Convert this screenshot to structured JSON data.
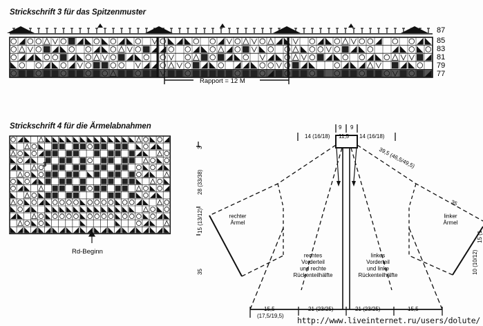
{
  "chart3": {
    "title": "Strickschrift 3 für das Spitzenmuster",
    "row_labels": [
      "87",
      "85",
      "83",
      "81",
      "79",
      "77"
    ],
    "repeat_label": "Rapport = 12 M"
  },
  "chart4": {
    "title": "Strickschrift 4 für die Ärmelabnahmen",
    "cell_number": "3",
    "start_label": "Rd-Beginn"
  },
  "schematic": {
    "top_center_left": "9",
    "top_center_right": "9",
    "top_neck": "11,5",
    "top_shoulder_left": "14 (16/18)",
    "top_shoulder_right": "14 (16/18)",
    "diag_right": "39,5 (46,5/49,5)",
    "right_edge_top": "35",
    "left_v_1": "3",
    "left_v_2": "28 (33/38)",
    "left_v_3": "15 (13/12)",
    "left_v_4": "35",
    "right_v_1": "10 (10/12)",
    "right_v_2": "15 (1",
    "sleeve_right_label": "rechter\nÄrmel",
    "sleeve_left_label": "linker\nÄrmel",
    "front_right_label": "rechtes\nVorderteil\nund rechte\nRückenteilhälfte",
    "front_left_label": "linkes\nVorderteil\nund linke\nRückenteilhälfte",
    "bottom_1": "15,5",
    "bottom_1b": "(17,5/19,5)",
    "bottom_2": "21 (23/25)",
    "bottom_3": "21 (23/25)",
    "bottom_4": "15,5"
  },
  "watermark": "http://www.liveinternet.ru/users/dolute/"
}
